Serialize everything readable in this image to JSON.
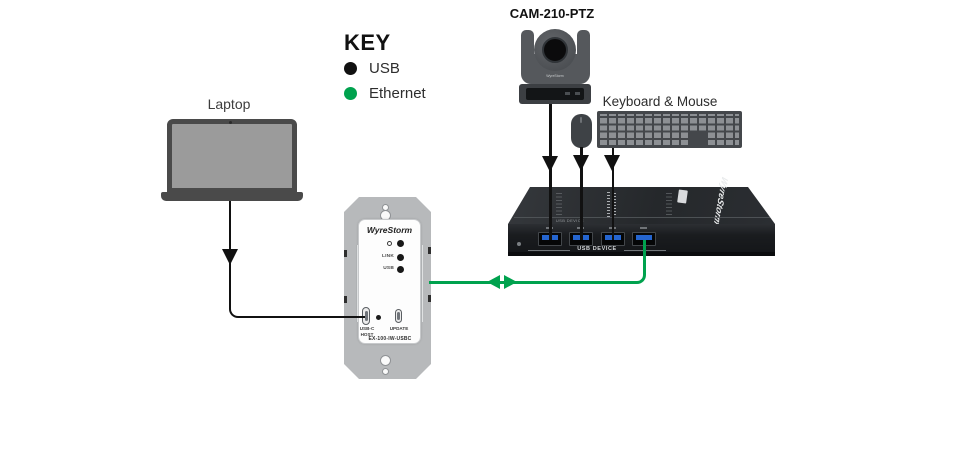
{
  "colors": {
    "usb": "#111111",
    "ethernet": "#00A24E"
  },
  "legend": {
    "title": "KEY",
    "usb_label": "USB",
    "ethernet_label": "Ethernet"
  },
  "laptop": {
    "label": "Laptop"
  },
  "camera": {
    "title": "CAM-210-PTZ",
    "brand": "WyreStorm"
  },
  "peripherals": {
    "label": "Keyboard & Mouse"
  },
  "wallplate": {
    "brand": "WyreStorm",
    "link_label": "LINK",
    "usb_label": "USB",
    "usbc_label_line1": "USB-C",
    "usbc_label_line2": "HOST",
    "update_label": "UPDATE",
    "model": "EX-100-IW-USBC"
  },
  "switcher": {
    "brand": "WyreStorm",
    "ports_label": "USB DEVICE",
    "top_edge_label": "USB DEVICE"
  }
}
